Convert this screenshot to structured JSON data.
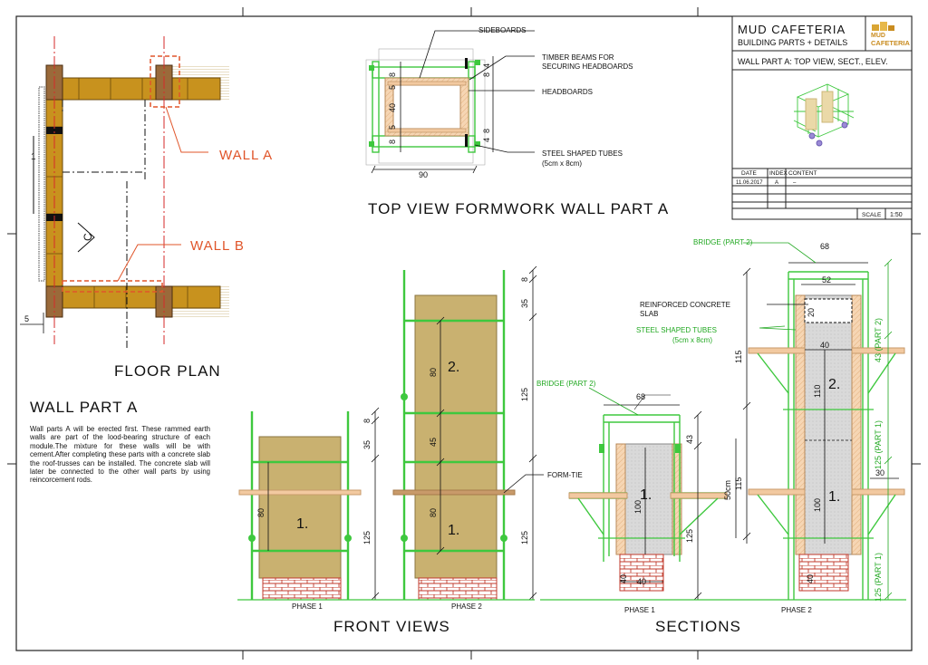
{
  "title_block": {
    "project": "MUD CAFETERIA",
    "subtitle": "BUILDING PARTS + DETAILS",
    "sheet_title": "WALL PART A:  TOP VIEW, SECT., ELEV.",
    "logo_top": "MUD",
    "logo_bottom": "CAFETERIA",
    "table_headers": [
      "DATE",
      "INDEX",
      "CONTENT"
    ],
    "table_row": [
      "11.06.2017",
      "A",
      "–"
    ],
    "scale_label": "SCALE",
    "scale_value": "1:50"
  },
  "floor_plan": {
    "title": "FLOOR PLAN",
    "wall_a": "WALL A",
    "wall_b": "WALL B",
    "section_marker": "C",
    "dim_1": "1",
    "dim_5": "5"
  },
  "top_view": {
    "title": "TOP VIEW   FORMWORK WALL PART A",
    "labels": {
      "sideboards": "SIDEBOARDS",
      "timber_1": "TIMBER BEAMS FOR",
      "timber_2": "SECURING HEADBOARDS",
      "headboards": "HEADBOARDS",
      "steel_1": "STEEL SHAPED TUBES",
      "steel_2": "(5cm x 8cm)"
    },
    "dims": {
      "w90": "90",
      "l8a": "8",
      "l5a": "5",
      "l40": "40",
      "l5b": "5",
      "l8b": "8",
      "r4a": "4",
      "r8a": "8",
      "r8b": "8",
      "r4b": "4"
    }
  },
  "wall_part_a": {
    "heading": "WALL PART A",
    "description": "Wall parts A will be erected first. These rammed earth walls are part of the lood-bearing structure of each module.The mixture for these walls will be with cement.After completing these parts with a concrete slab the roof-trusses can be installed. The concrete slab will later be connected to the other wall parts by using reincorcement rods."
  },
  "front_views": {
    "title": "FRONT VIEWS",
    "phase1": "PHASE 1",
    "phase2": "PHASE 2",
    "form_tie": "FORM-TIE",
    "p1": {
      "d8": "8",
      "d35": "35",
      "d125": "125",
      "d80": "80",
      "num": "1."
    },
    "p2": {
      "d8": "8",
      "d35": "35",
      "d125a": "125",
      "d125b": "125",
      "d80a": "80",
      "d45": "45",
      "d80b": "80",
      "num2": "2.",
      "num1": "1."
    }
  },
  "sections": {
    "title": "SECTIONS",
    "phase1": "PHASE 1",
    "phase2": "PHASE 2",
    "bridge_p1": "BRIDGE (PART 2)",
    "bridge_p2": "BRIDGE (PART 2)",
    "slab_1": "REINFORCED CONCRETE",
    "slab_2": "SLAB",
    "steel_1": "STEEL SHAPED TUBES",
    "steel_2": "(5cm x 8cm)",
    "s1": {
      "d68": "68",
      "d43": "43",
      "d125": "125",
      "d100": "100",
      "d40a": "40",
      "d40b": "40",
      "num": "1."
    },
    "s2": {
      "d68": "68",
      "d52": "52",
      "d20": "20",
      "d40": "40",
      "d115a": "115",
      "d115b": "115",
      "d50cm": "50cm",
      "d30": "30",
      "d110": "110",
      "d100": "100",
      "d40b": "40",
      "num2": "2.",
      "num1": "1.",
      "part2": "43 (PART 2)",
      "part1a": "125 (PART 1)",
      "part1b": "125 (PART 1)"
    }
  },
  "colors": {
    "earth": "#c9b170",
    "timber": "#f2c9a0",
    "steel": "#3ec83e",
    "concrete": "#d6d6d6",
    "brick": "#c0392b",
    "annotation": "#e0552a",
    "wall_plan": "#c8921e"
  }
}
